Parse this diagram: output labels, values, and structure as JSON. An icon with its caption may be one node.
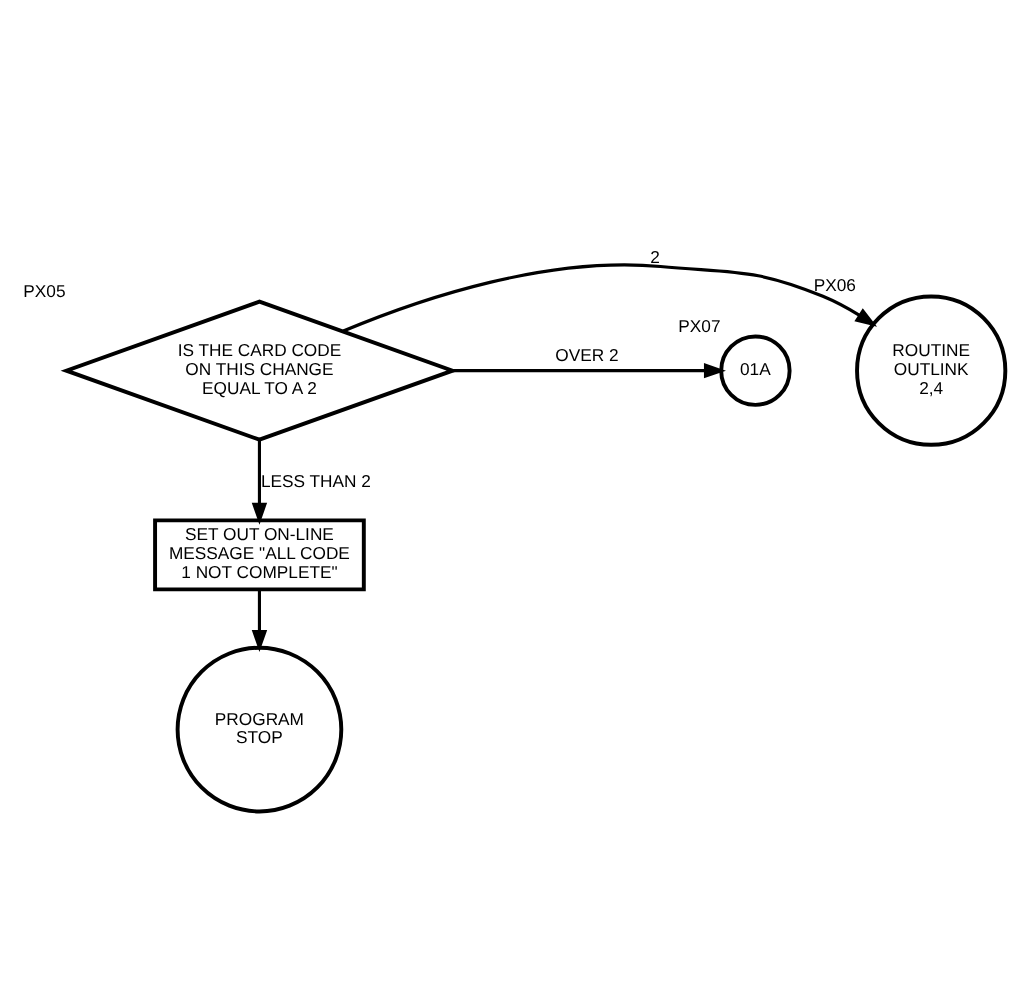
{
  "diagram": {
    "nodes": [
      {
        "text": [
          "IS THE CARD CODE ON THIS CHANGE EQUAL TO A 2"
        ],
        "beside": [
          "PX05"
        ]
      },
      {
        "text": [
          "ROUTINE OUTLINK 2,4"
        ],
        "beside": [
          "PX06"
        ]
      },
      {
        "text": [
          "01A"
        ],
        "beside": [
          "PX07"
        ]
      },
      {
        "text": [
          "SET OUT ON-LINE MESSAGE \"ALL CODE 1 NOT COMPLETE\""
        ]
      },
      {
        "text": [
          "PROGRAM STOP"
        ]
      }
    ],
    "edges": [
      {
        "from": 0,
        "to": 1,
        "arrow": "to",
        "label": "2"
      },
      {
        "from": 0,
        "to": 2,
        "arrow": "to",
        "label": "OVER 2"
      },
      {
        "from": 0,
        "to": 3,
        "arrow": "to",
        "label": "LESS THAN 2"
      },
      {
        "from": 3,
        "to": 4,
        "arrow": "to"
      }
    ]
  }
}
